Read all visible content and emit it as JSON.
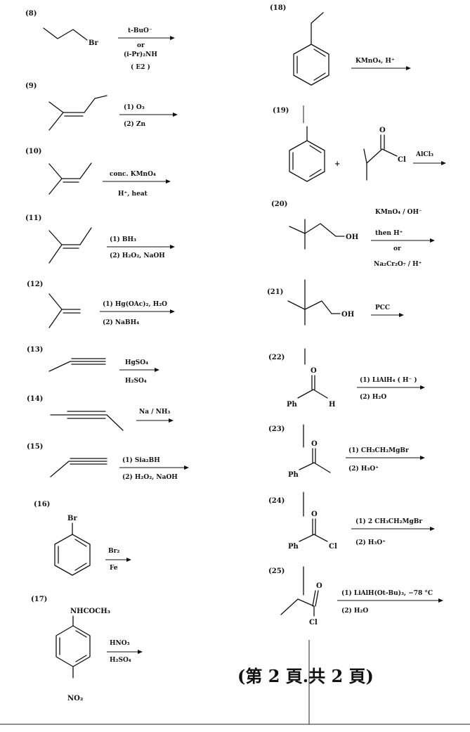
{
  "footer": {
    "text": "(第 2 頁.共 2 頁)"
  },
  "problems": [
    {
      "num": "(8)",
      "reagents": [
        "t-BuO⁻",
        "or",
        "(i-Pr)₂NH",
        "( E2 )"
      ],
      "atoms": [
        "Br"
      ]
    },
    {
      "num": "(9)",
      "reagents": [
        "(1) O₃",
        "(2) Zn"
      ],
      "atoms": []
    },
    {
      "num": "(10)",
      "reagents": [
        "conc. KMnO₄",
        "H⁺, heat"
      ],
      "atoms": []
    },
    {
      "num": "(11)",
      "reagents": [
        "(1) BH₃",
        "(2) H₂O₂, NaOH"
      ],
      "atoms": []
    },
    {
      "num": "(12)",
      "reagents": [
        "(1) Hg(OAc)₂, H₂O",
        "(2) NaBH₄"
      ],
      "atoms": []
    },
    {
      "num": "(13)",
      "reagents": [
        "HgSO₄",
        "H₂SO₄"
      ],
      "atoms": []
    },
    {
      "num": "(14)",
      "reagents": [
        "Na / NH₃"
      ],
      "atoms": []
    },
    {
      "num": "(15)",
      "reagents": [
        "(1) Sia₂BH",
        "(2) H₂O₂, NaOH"
      ],
      "atoms": []
    },
    {
      "num": "(16)",
      "reagents": [
        "Br₂",
        "Fe"
      ],
      "atoms": [
        "Br"
      ]
    },
    {
      "num": "(17)",
      "reagents": [
        "HNO₃",
        "H₂SO₄"
      ],
      "atoms": [
        "NHCOCH₃",
        "NO₂"
      ]
    },
    {
      "num": "(18)",
      "reagents": [
        "KMnO₄, H⁺"
      ],
      "atoms": []
    },
    {
      "num": "(19)",
      "reagents": [
        "AlCl₃"
      ],
      "atoms": [
        "+",
        "O",
        "Cl"
      ]
    },
    {
      "num": "(20)",
      "reagents": [
        "KMnO₄ / OH⁻",
        "then H⁺",
        "or",
        "Na₂Cr₂O₇ / H⁺"
      ],
      "atoms": [
        "OH"
      ]
    },
    {
      "num": "(21)",
      "reagents": [
        "PCC"
      ],
      "atoms": [
        "OH"
      ]
    },
    {
      "num": "(22)",
      "reagents": [
        "(1) LiAlH₄ ( H⁻ )",
        "(2) H₂O"
      ],
      "atoms": [
        "O",
        "Ph",
        "H"
      ]
    },
    {
      "num": "(23)",
      "reagents": [
        "(1) CH₃CH₂MgBr",
        "(2) H₃O⁺"
      ],
      "atoms": [
        "O",
        "Ph"
      ]
    },
    {
      "num": "(24)",
      "reagents": [
        "(1) 2 CH₃CH₂MgBr",
        "(2) H₃O⁺"
      ],
      "atoms": [
        "O",
        "Ph",
        "Cl"
      ]
    },
    {
      "num": "(25)",
      "reagents": [
        "(1) LiAlH(Ot-Bu)₃, −78 °C",
        "(2) H₂O"
      ],
      "atoms": [
        "O",
        "Cl"
      ]
    }
  ]
}
